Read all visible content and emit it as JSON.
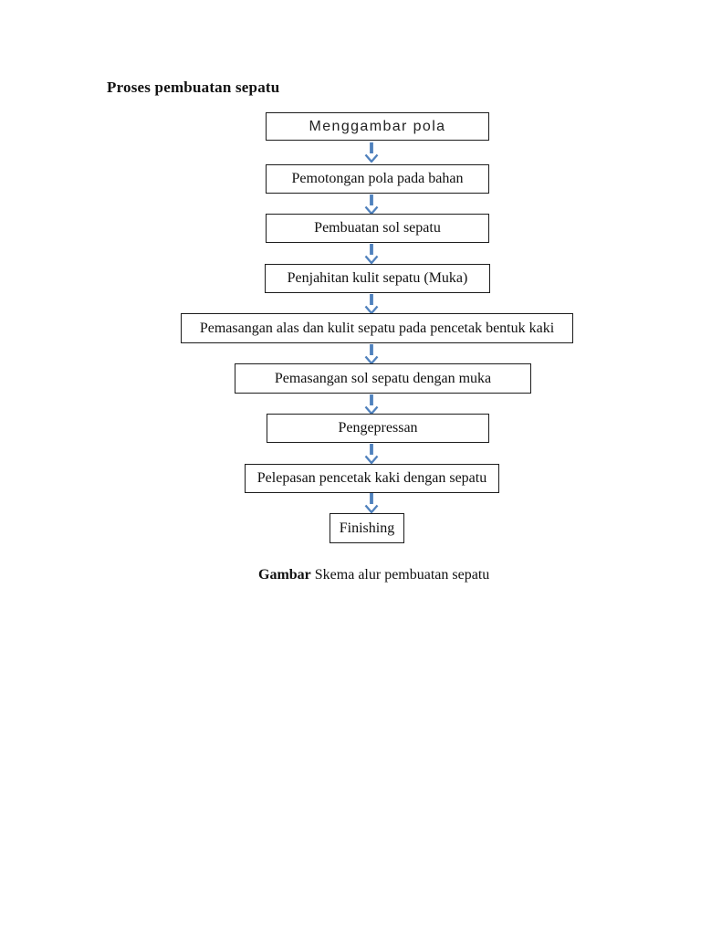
{
  "document": {
    "title": "Proses pembuatan sepatu"
  },
  "flowchart": {
    "arrow_color": "#4F81BD",
    "box_border_color": "#1c1c1c",
    "background_color": "#ffffff",
    "arrow_icon": "down-arrow",
    "steps": [
      {
        "label": "Menggambar pola"
      },
      {
        "label": "Pemotongan pola pada bahan"
      },
      {
        "label": "Pembuatan sol sepatu"
      },
      {
        "label": "Penjahitan kulit sepatu (Muka)"
      },
      {
        "label": "Pemasangan alas dan kulit sepatu pada pencetak bentuk kaki"
      },
      {
        "label": "Pemasangan sol sepatu dengan muka"
      },
      {
        "label": "Pengepressan"
      },
      {
        "label": "Pelepasan pencetak kaki dengan sepatu"
      },
      {
        "label": "Finishing"
      }
    ]
  },
  "caption": {
    "prefix": "Gambar",
    "text": "Skema alur pembuatan sepatu"
  }
}
